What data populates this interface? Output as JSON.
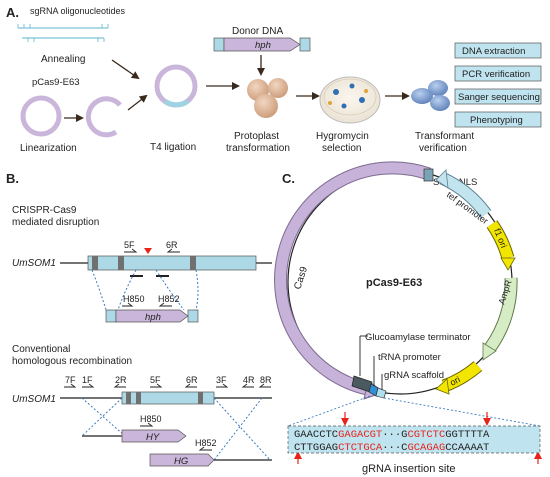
{
  "panelA": {
    "label": "A.",
    "sgrna": "sgRNA oligonucleotides",
    "annealing": "Annealing",
    "pcas": "pCas9-E63",
    "linearization": "Linearization",
    "t4": "T4 ligation",
    "donor": "Donor DNA",
    "hph": "hph",
    "protoplast": [
      "Protoplast",
      "transformation"
    ],
    "hygro": [
      "Hygromycin",
      "selection"
    ],
    "transformant": [
      "Transformant",
      "verification"
    ],
    "boxes": [
      "DNA extraction",
      "PCR verification",
      "Sanger sequencing",
      "Phenotyping"
    ]
  },
  "panelB": {
    "label": "B.",
    "crispr": [
      "CRISPR-Cas9",
      "mediated disruption"
    ],
    "gene": "UmSOM1",
    "f5": "5F",
    "r6": "6R",
    "h850": "H850",
    "h852": "H852",
    "hph": "hph",
    "conv": [
      "Conventional",
      "homologous recombination"
    ],
    "gene2": "UmSOM1",
    "primers2": [
      "7F",
      "1F",
      "2R",
      "5F",
      "6R",
      "3F",
      "4R",
      "8R"
    ],
    "h850b": "H850",
    "hy": "HY",
    "h852b": "H852",
    "hg": "HG"
  },
  "panelC": {
    "label": "C.",
    "sv40": "SV40 NLS",
    "tef": "tef promoter",
    "f1": "f1 ori",
    "ampr": "AmpR",
    "ori": "ori",
    "cas9": "Cas9",
    "plasmid": "pCas9-E63",
    "gluco": "Glucoamylase terminator",
    "trna": "tRNA promoter",
    "grna": "gRNA scaffold",
    "seq1": [
      "GAACCTC",
      "GAGACGT",
      "···G",
      "CGTCTC",
      "GGTTTTA"
    ],
    "seq2": [
      "CTTGGAG",
      "CTCTGCA",
      "···C",
      "GCAGAG",
      "CCAAAAT"
    ],
    "insertion": "gRNA insertion site"
  },
  "colors": {
    "gene": "#add8e6",
    "exon": "#707070",
    "cassette": "#c9b6da",
    "cas9": "#c7b2d9",
    "yellow": "#f2e600",
    "red": "#e8231c",
    "boxfill": "#bfe3ef",
    "arrowdark": "#3a2a1e"
  }
}
